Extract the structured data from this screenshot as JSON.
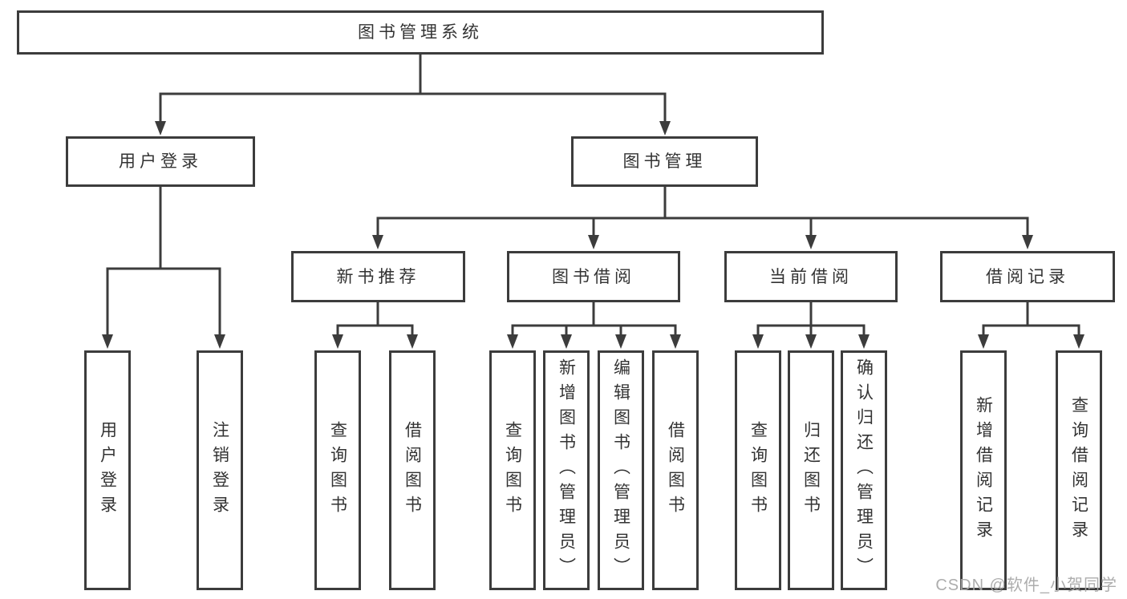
{
  "diagram": {
    "root": {
      "label": "图书管理系统"
    },
    "level2": [
      {
        "label": "用户登录"
      },
      {
        "label": "图书管理"
      }
    ],
    "level3": [
      {
        "label": "新书推荐"
      },
      {
        "label": "图书借阅"
      },
      {
        "label": "当前借阅"
      },
      {
        "label": "借阅记录"
      }
    ],
    "leaves": [
      {
        "label": "用户登录"
      },
      {
        "label": "注销登录"
      },
      {
        "label": "查询图书"
      },
      {
        "label": "借阅图书"
      },
      {
        "label": "查询图书"
      },
      {
        "label": "新增图书（管理员）"
      },
      {
        "label": "编辑图书（管理员）"
      },
      {
        "label": "借阅图书"
      },
      {
        "label": "查询图书"
      },
      {
        "label": "归还图书"
      },
      {
        "label": "确认归还（管理员）"
      },
      {
        "label": "新增借阅记录"
      },
      {
        "label": "查询借阅记录"
      }
    ],
    "colors": {
      "line": "#3c3c3c",
      "text": "#333333",
      "background": "#ffffff",
      "watermark": "#a6a6a6"
    }
  },
  "watermark": {
    "text": "CSDN @软件_小贺同学"
  }
}
